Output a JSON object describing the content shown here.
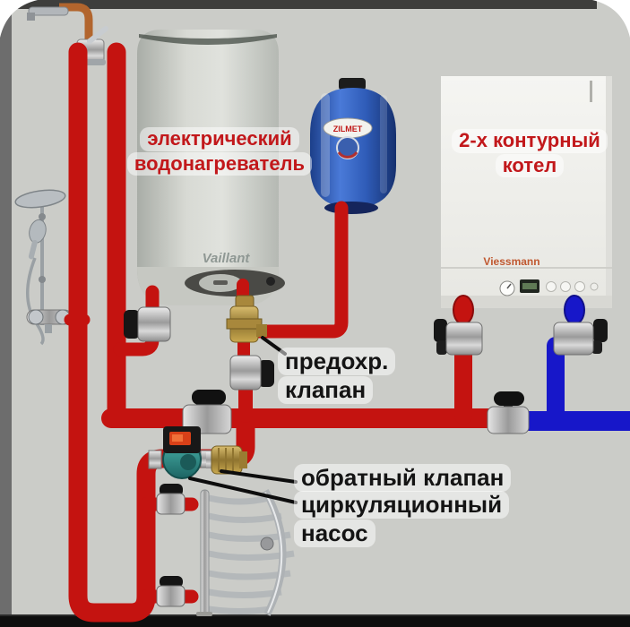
{
  "annotations": {
    "water_heater_label": {
      "line1": "электрический",
      "line2": "водонагреватель"
    },
    "boiler_label": {
      "line1": "2-х контурный",
      "line2": "котел"
    },
    "safety_valve_label": {
      "line1": "предохр.",
      "line2": "клапан"
    },
    "check_valve_label": {
      "text": "обратный клапан"
    },
    "pump_label": {
      "line1": "циркуляционный",
      "line2": "насос"
    }
  },
  "equipment": {
    "water_heater_brand": "Vaillant",
    "expansion_tank_brand": "ZILMET",
    "boiler_brand": "Viessmann"
  },
  "colors": {
    "hot_pipe_red": "#c41310",
    "cold_pipe_blue": "#1717c9",
    "copper_pipe": "#b2652d",
    "annotation_red": "#c2181b",
    "annotation_black": "#141414",
    "tank_blue": "#2b59b5",
    "wall_gray": "#cbccc8"
  }
}
